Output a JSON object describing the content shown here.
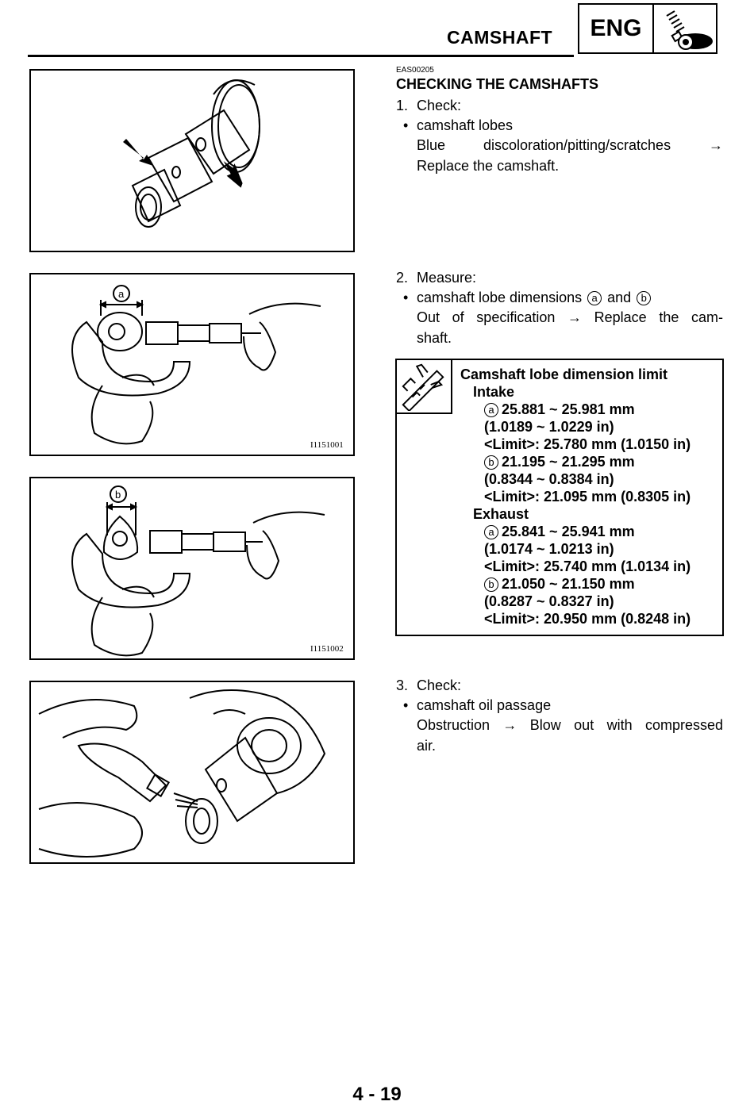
{
  "header": {
    "title": "CAMSHAFT",
    "badge": "ENG"
  },
  "figures": {
    "fig2_code": "I1151001",
    "fig3_code": "I1151002",
    "label_a": "a",
    "label_b": "b"
  },
  "section": {
    "code": "EAS00205",
    "heading": "CHECKING THE CAMSHAFTS"
  },
  "step1": {
    "num": "1.",
    "action": "Check:",
    "bullet": "camshaft lobes",
    "detail_1": "Blue discoloration/pitting/scratches →",
    "detail_2": "Replace the camshaft."
  },
  "step2": {
    "num": "2.",
    "action": "Measure:",
    "bullet_pre": "camshaft lobe dimensions",
    "bullet_a": "a",
    "bullet_and": "and",
    "bullet_b": "b",
    "detail_1": "Out of specification → Replace the cam-",
    "detail_2": "shaft."
  },
  "spec": {
    "title": "Camshaft lobe dimension limit",
    "intake": {
      "label": "Intake",
      "a_mark": "a",
      "a_range": "25.881 ~ 25.981 mm",
      "a_range_in": "(1.0189 ~ 1.0229 in)",
      "a_limit": "<Limit>: 25.780 mm (1.0150 in)",
      "b_mark": "b",
      "b_range": "21.195 ~ 21.295 mm",
      "b_range_in": "(0.8344 ~ 0.8384 in)",
      "b_limit": "<Limit>: 21.095 mm (0.8305 in)"
    },
    "exhaust": {
      "label": "Exhaust",
      "a_mark": "a",
      "a_range": "25.841 ~ 25.941 mm",
      "a_range_in": "(1.0174 ~ 1.0213 in)",
      "a_limit": "<Limit>: 25.740 mm (1.0134 in)",
      "b_mark": "b",
      "b_range": "21.050 ~ 21.150 mm",
      "b_range_in": "(0.8287 ~ 0.8327 in)",
      "b_limit": "<Limit>: 20.950 mm (0.8248 in)"
    }
  },
  "step3": {
    "num": "3.",
    "action": "Check:",
    "bullet": "camshaft oil passage",
    "detail_1": "Obstruction → Blow out with compressed",
    "detail_2": "air."
  },
  "footer": {
    "page": "4 - 19"
  }
}
